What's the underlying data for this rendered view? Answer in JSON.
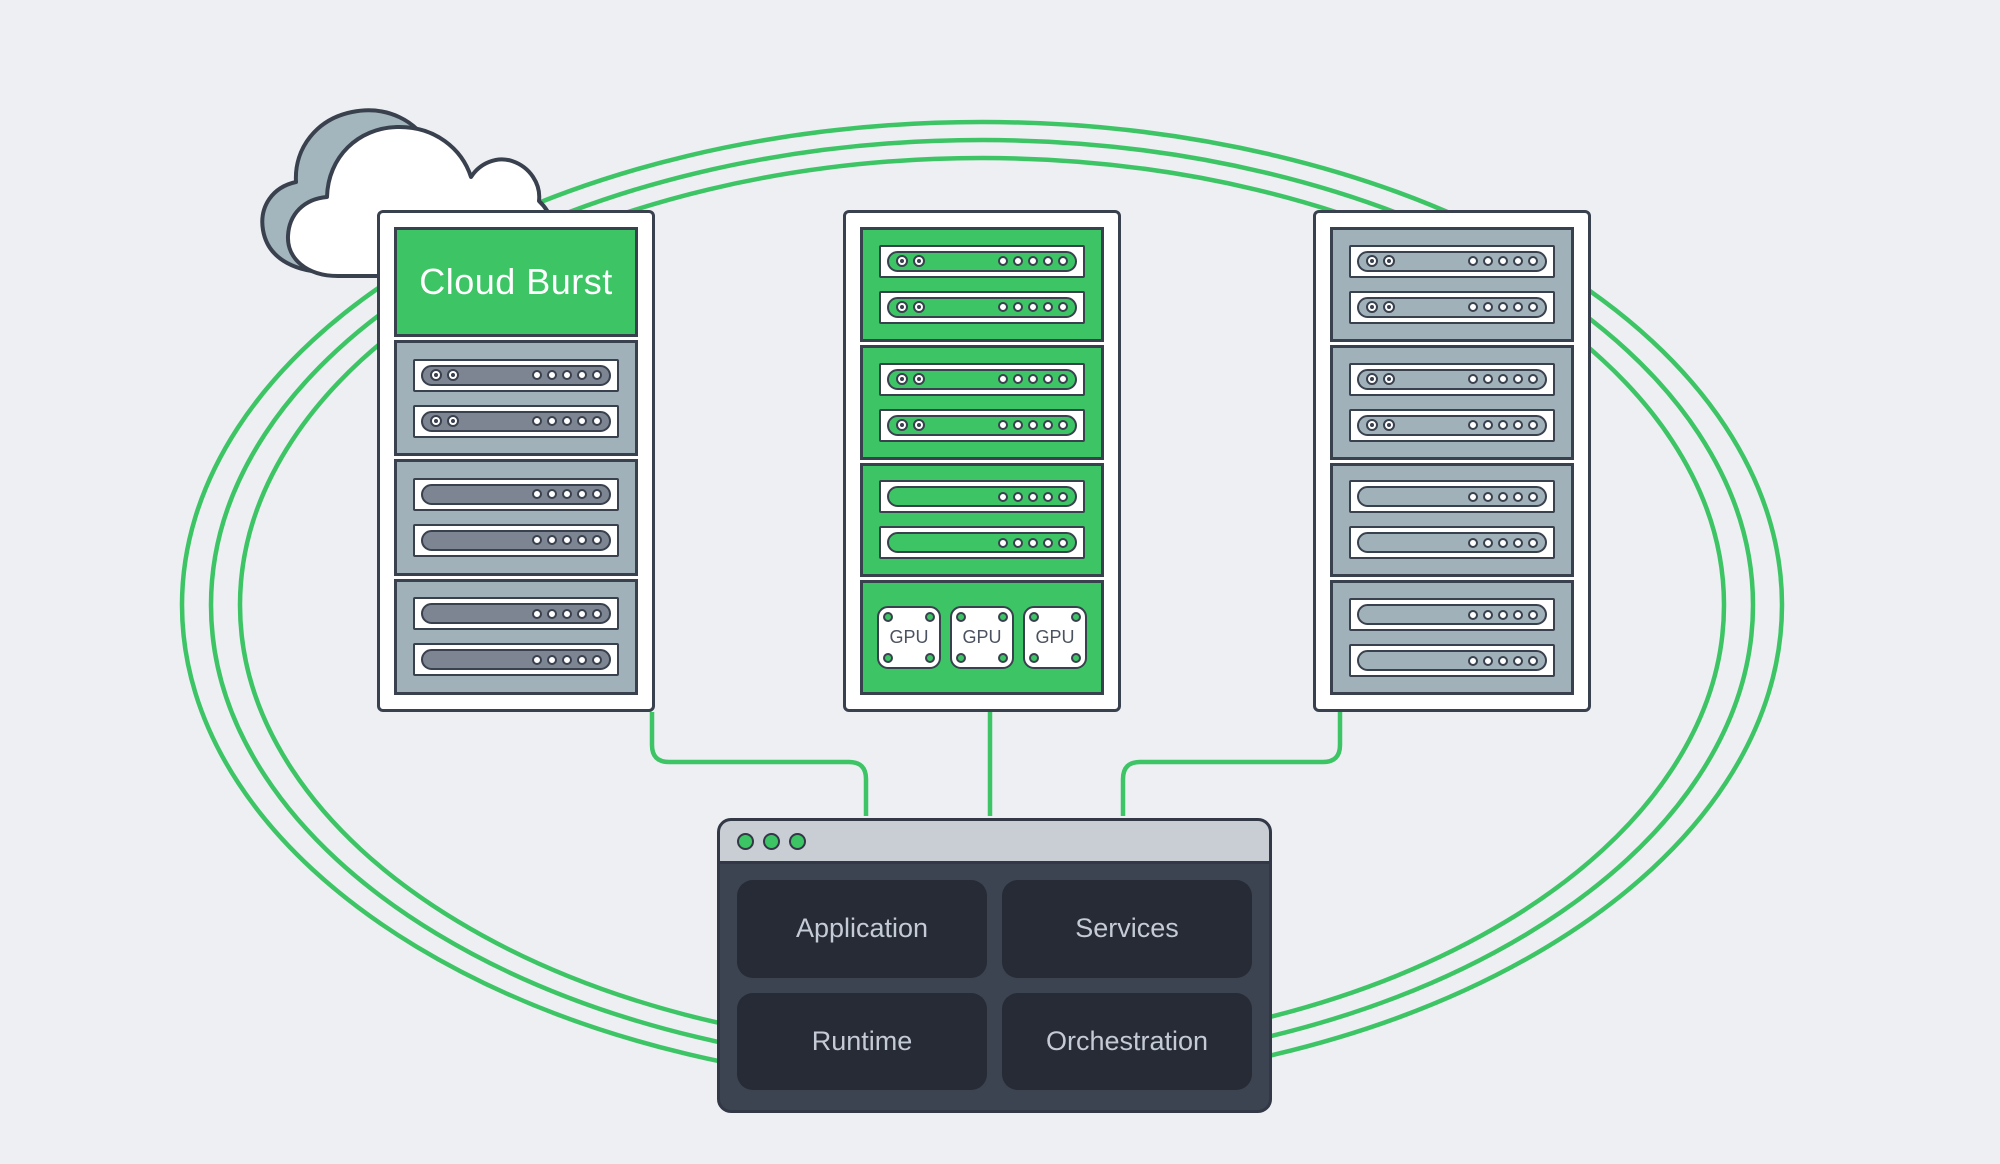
{
  "palette": {
    "background": "#edeff3",
    "outline": "#39404e",
    "accent_green": "#3dc565",
    "panel_gray": "#a1b1b9",
    "pill_gray": "#7c8591",
    "window_body": "#3c4351",
    "tile_background": "#262b36",
    "tile_text": "#c5cbd6",
    "titlebar": "#c9cdd4",
    "cloud_back": "#a3b5bd",
    "cloud_front": "#ffffff"
  },
  "cloud_rack": {
    "header_label": "Cloud Burst"
  },
  "gpu_rack": {
    "cards": [
      {
        "label": "GPU"
      },
      {
        "label": "GPU"
      },
      {
        "label": "GPU"
      }
    ]
  },
  "app_window": {
    "traffic_light_color": "#3dc565",
    "tiles": [
      {
        "label": "Application"
      },
      {
        "label": "Services"
      },
      {
        "label": "Runtime"
      },
      {
        "label": "Orchestration"
      }
    ]
  }
}
